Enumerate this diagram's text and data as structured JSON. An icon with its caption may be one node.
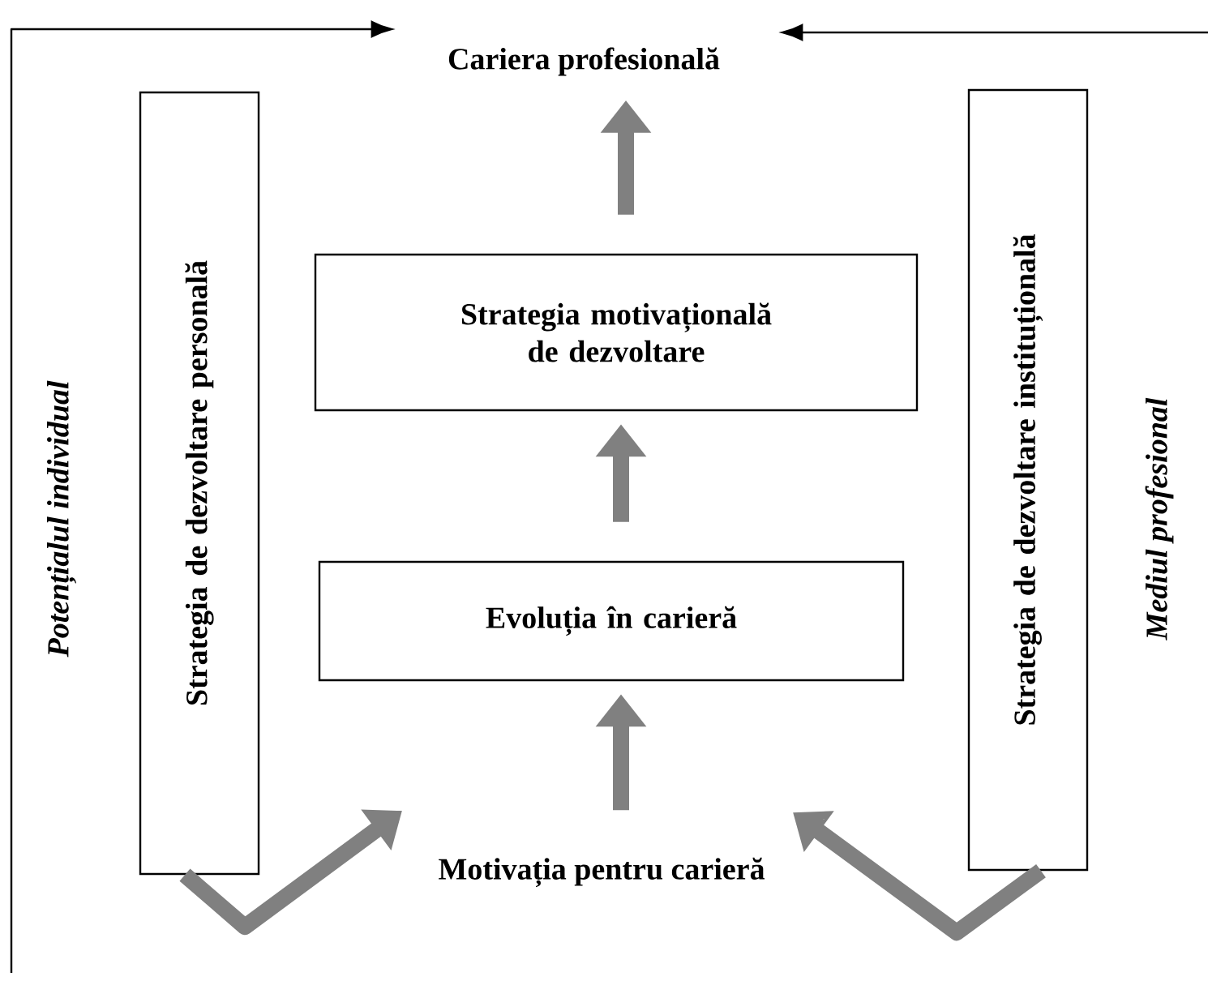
{
  "diagram": {
    "nodes": [
      {
        "text": [
          "Cariera profesională"
        ]
      },
      {
        "text": [
          "Strategia de dezvoltare personală"
        ]
      },
      {
        "text": [
          "Strategia motivațională de dezvoltare"
        ]
      },
      {
        "text": [
          "Strategia de dezvoltare instituțională"
        ]
      },
      {
        "text": [
          "Potențialul individual"
        ]
      },
      {
        "text": [
          "Evoluția în carieră"
        ]
      },
      {
        "text": [
          "Mediul profesional"
        ]
      },
      {
        "text": [
          "Motivația pentru carieră"
        ]
      }
    ],
    "edges": [
      {
        "from": 2,
        "to": 0,
        "arrow": "to"
      },
      {
        "from": 5,
        "to": 2,
        "arrow": "to"
      },
      {
        "from": 7,
        "to": 5,
        "arrow": "to"
      },
      {
        "from": 1,
        "to": 7,
        "arrow": "to"
      },
      {
        "from": 3,
        "to": 7,
        "arrow": "to"
      },
      {
        "from": null,
        "to": 0,
        "arrow": "to",
        "color": "#000000"
      },
      {
        "from": null,
        "to": 0,
        "arrow": "to",
        "color": "#000000"
      }
    ]
  }
}
